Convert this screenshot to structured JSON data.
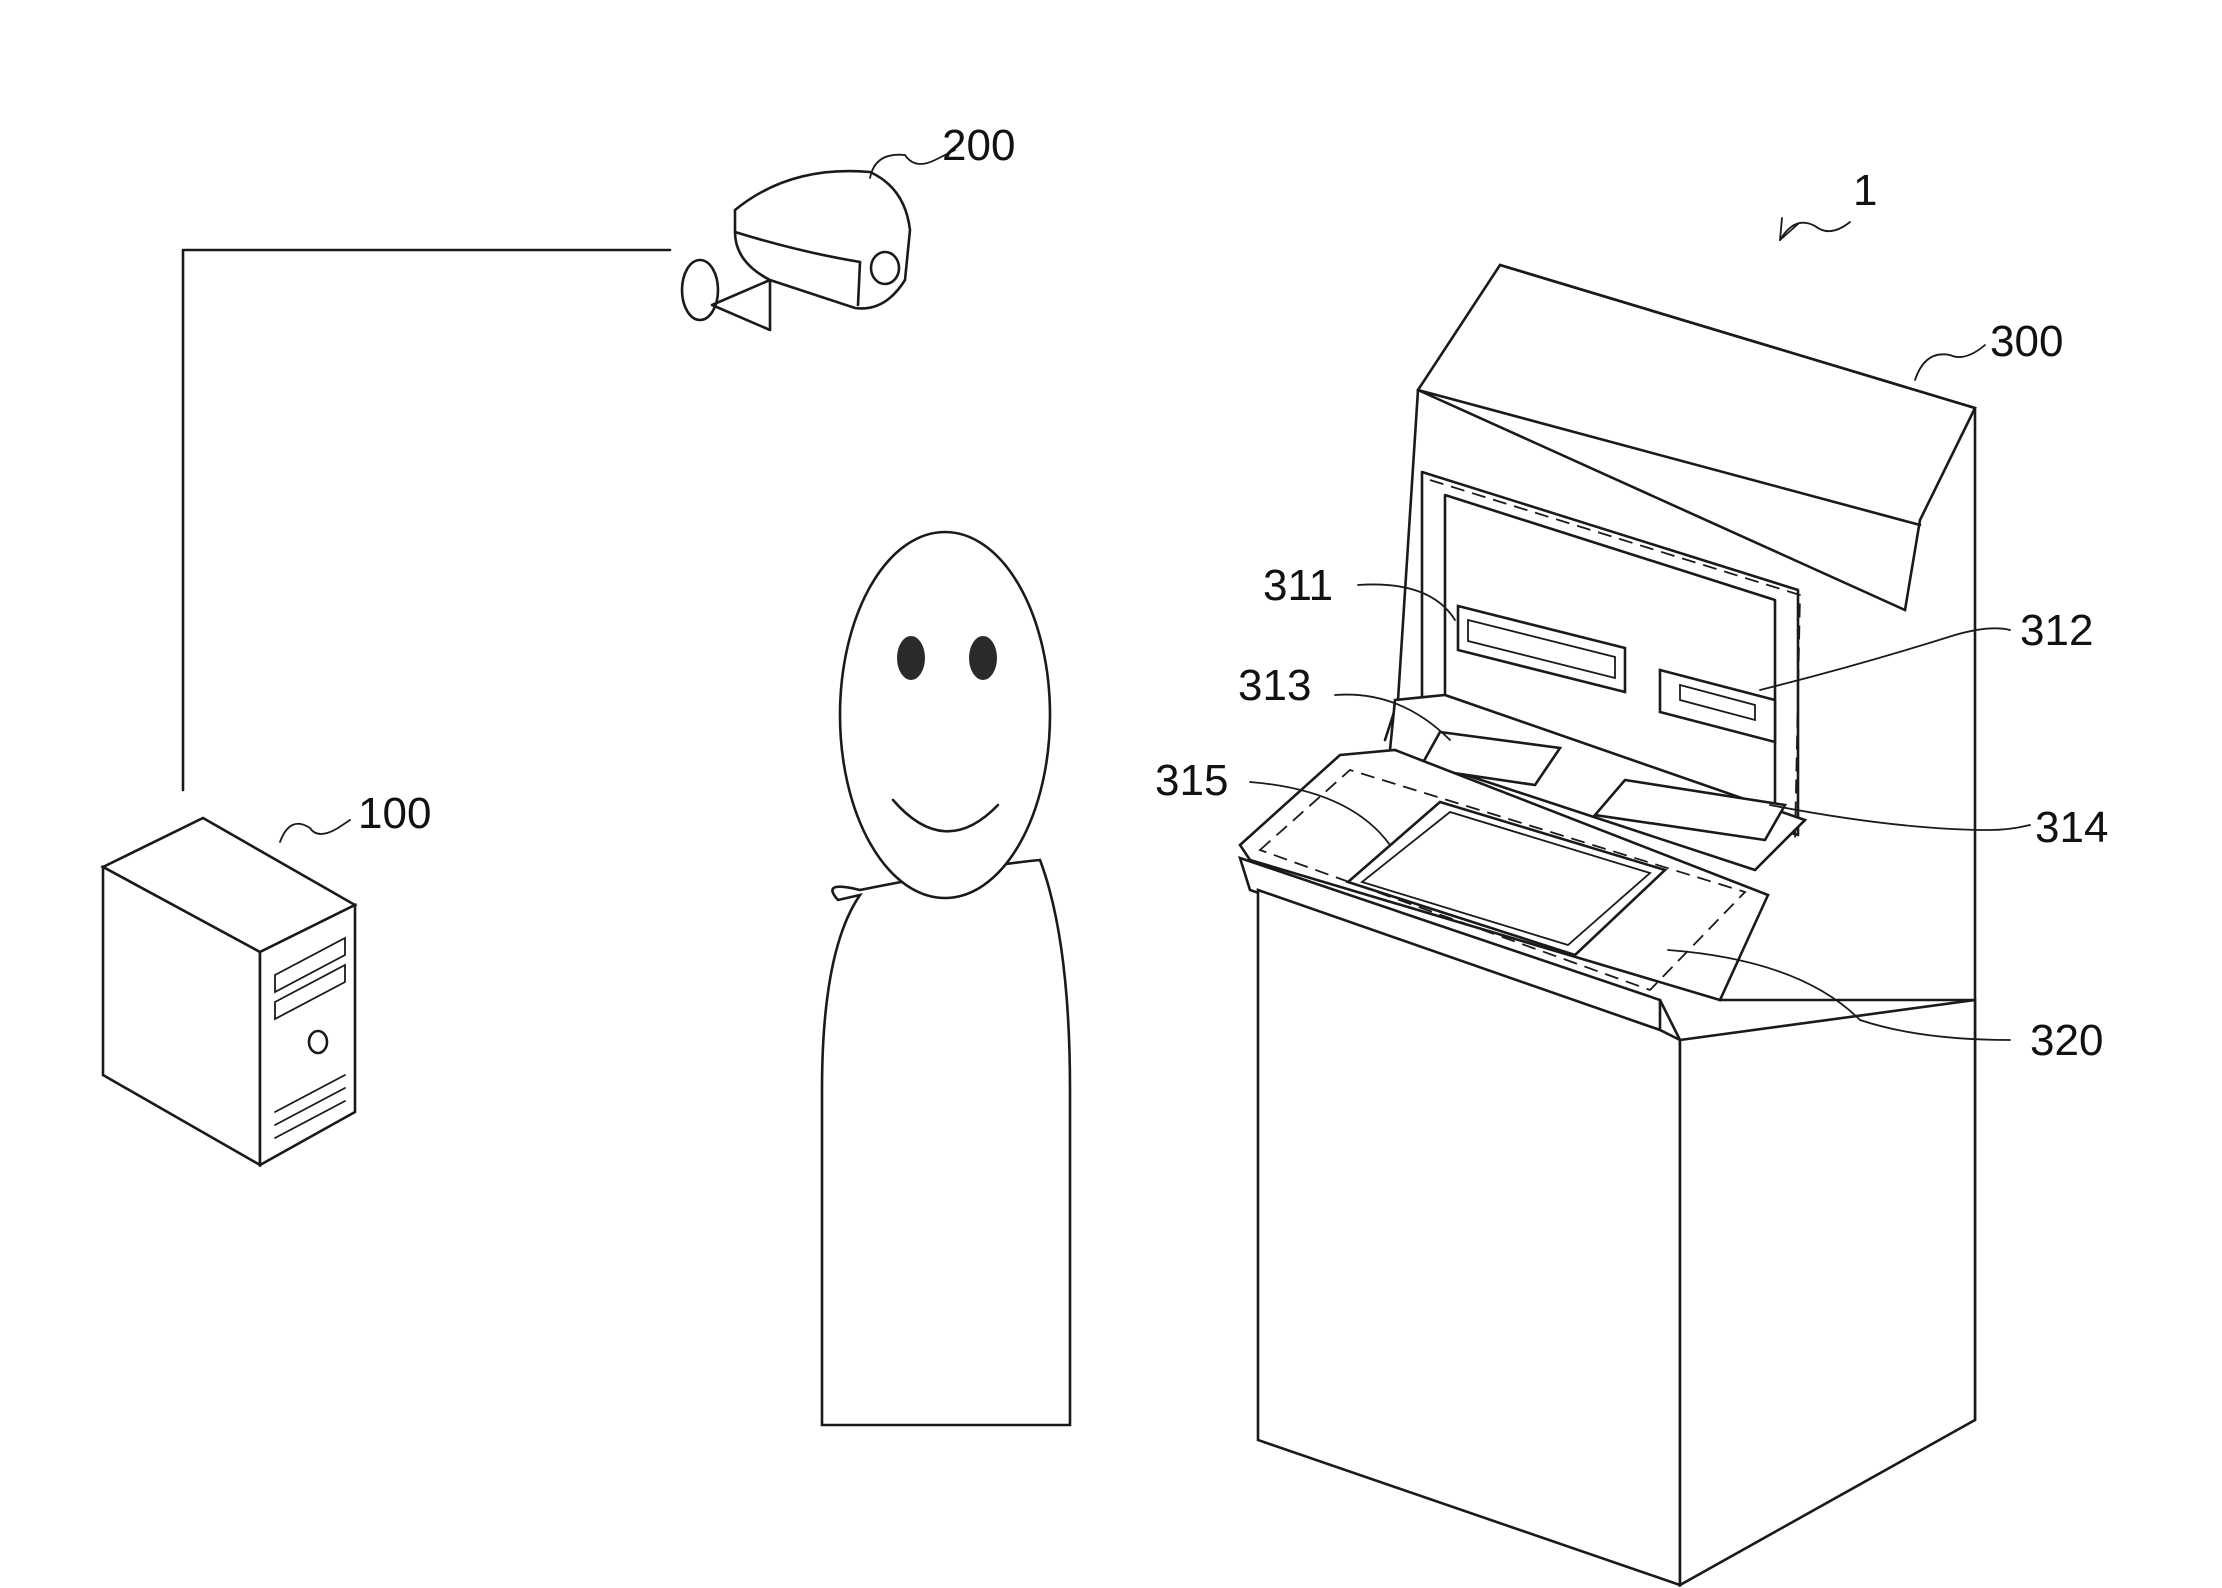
{
  "figure": {
    "labels": {
      "system": "1",
      "server": "100",
      "camera": "200",
      "kiosk": "300",
      "slot_left": "311",
      "slot_right": "312",
      "pad_left": "313",
      "pad_right": "314",
      "screen": "315",
      "console": "320"
    }
  }
}
